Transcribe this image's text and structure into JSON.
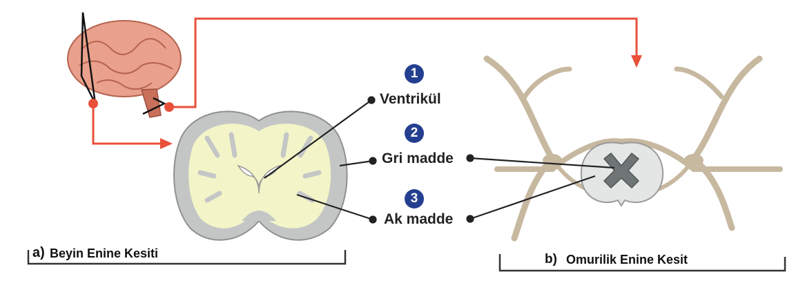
{
  "labels": {
    "ventricle": {
      "number": "1",
      "text": "Ventrikül"
    },
    "gray_matter": {
      "number": "2",
      "text": "Gri madde"
    },
    "white_matter": {
      "number": "3",
      "text": "Ak madde"
    }
  },
  "captions": {
    "a_marker": "a)",
    "a_text": "Beyin Enine Kesiti",
    "b_marker": "b)",
    "b_text": "Omurilik Enine Kesit"
  },
  "colors": {
    "arrow": "#e8503a",
    "badge": "#243f8f",
    "gray_matter": "#c4c6c6",
    "white_matter": "#f3f5c8",
    "nerve": "#c7b8a0",
    "brain": "#e9a08c"
  }
}
